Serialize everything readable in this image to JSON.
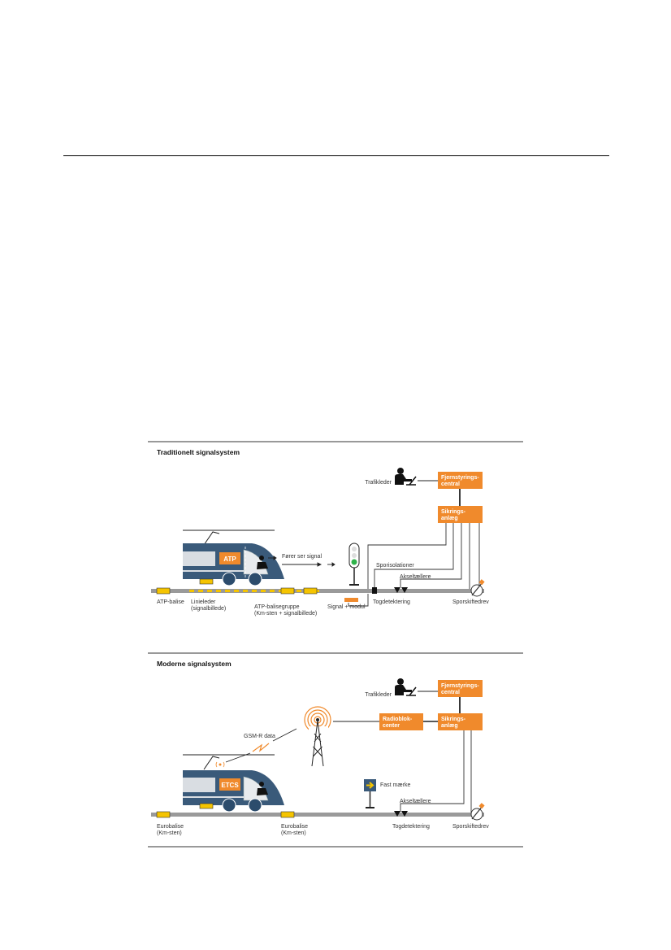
{
  "colors": {
    "orange": "#f08a2c",
    "balise": "#f5c400",
    "rail": "#9a9a9a",
    "train_dark": "#3a5a7a",
    "train_light": "#d9dde2",
    "signal_green": "#2fb34a"
  },
  "traditional": {
    "title": "Traditionelt signalsystem",
    "trafikleder": "Trafikleder",
    "fjern_l1": "Fjernstyrings-",
    "fjern_l2": "central",
    "sikring_l1": "Sikrings-",
    "sikring_l2": "anlæg",
    "train_badge": "ATP",
    "forer": "Fører ser signal",
    "sporisolationer": "Sporisolationer",
    "akseltaellere": "Akseltællere",
    "atp_balise": "ATP-balise",
    "linieleder_l1": "Linieleder",
    "linieleder_l2": "(signalbillede)",
    "balisegruppe_l1": "ATP-balisegruppe",
    "balisegruppe_l2": "(Km-sten + signalbillede)",
    "signal_modul": "Signal + modul",
    "togdetektering": "Togdetektering",
    "sporskiftedrev": "Sporskiftedrev",
    "icons": [
      "operator-desk-icon",
      "signal-lamp-icon",
      "switch-drive-icon"
    ]
  },
  "modern": {
    "title": "Moderne signalsystem",
    "trafikleder": "Trafikleder",
    "fjern_l1": "Fjernstyrings-",
    "fjern_l2": "central",
    "radioblok_l1": "Radioblok-",
    "radioblok_l2": "center",
    "sikring_l1": "Sikrings-",
    "sikring_l2": "anlæg",
    "gsm": "GSM-R data",
    "train_badge": "ETCS",
    "fast_maerke": "Fast mærke",
    "akseltaellere": "Akseltællere",
    "eurobalise1_l1": "Eurobalise",
    "eurobalise1_l2": "(Km-sten)",
    "eurobalise2_l1": "Eurobalise",
    "eurobalise2_l2": "(Km-sten)",
    "togdetektering": "Togdetektering",
    "sporskiftedrev": "Sporskiftedrev",
    "icons": [
      "operator-desk-icon",
      "radio-mast-icon",
      "fixed-marker-icon",
      "switch-drive-icon"
    ]
  }
}
